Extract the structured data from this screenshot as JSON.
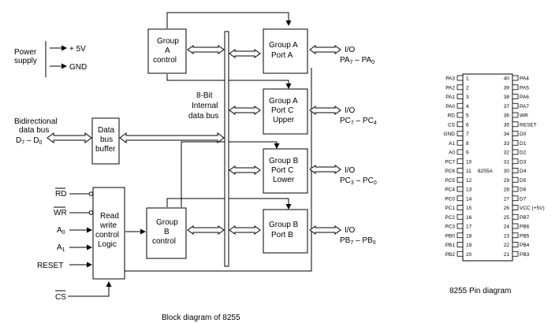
{
  "power": {
    "label_line1": "Power",
    "label_line2": "supply",
    "v5": "+ 5V",
    "gnd": "GND"
  },
  "bidir": {
    "line1": "Bidirectional",
    "line2": "data bus",
    "line3": "D7 – D0"
  },
  "buffer": {
    "line1": "Data",
    "line2": "bus",
    "line3": "buffer"
  },
  "rw": {
    "line1": "Read",
    "line2": "write",
    "line3": "control",
    "line4": "Logic"
  },
  "signals": {
    "rd": "RD",
    "wr": "WR",
    "a0": "A0",
    "a1": "A1",
    "reset": "RESET",
    "cs": "CS"
  },
  "group_a_control": {
    "line1": "Group",
    "line2": "A",
    "line3": "control"
  },
  "group_b_control": {
    "line1": "Group",
    "line2": "B",
    "line3": "control"
  },
  "internal_bus": {
    "line1": "8-Bit",
    "line2": "Internal",
    "line3": "data bus"
  },
  "port_a": {
    "line1": "Group A",
    "line2": "Port A"
  },
  "port_c_upper": {
    "line1": "Group A",
    "line2": "Port C",
    "line3": "Upper"
  },
  "port_c_lower": {
    "line1": "Group B",
    "line2": "Port C",
    "line3": "Lower"
  },
  "port_b": {
    "line1": "Group B",
    "line2": "Port B"
  },
  "io": [
    {
      "label": "I/O",
      "pins": "PA7 – PA0"
    },
    {
      "label": "I/O",
      "pins": "PC7 – PC4"
    },
    {
      "label": "I/O",
      "pins": "PC3 – PC0"
    },
    {
      "label": "I/O",
      "pins": "PB7 – PB0"
    }
  ],
  "block_caption": "Block diagram of 8255",
  "pin_caption": "8255 Pin diagram",
  "chip_label": "8255A",
  "pins_left": [
    "PA3",
    "PA2",
    "PA1",
    "PA0",
    "RD",
    "CS",
    "GND",
    "A1",
    "A0",
    "PC7",
    "PC6",
    "PC5",
    "PC4",
    "PC0",
    "PC1",
    "PC2",
    "PC3",
    "PB0",
    "PB1",
    "PB2"
  ],
  "pins_right": [
    "PA4",
    "PA5",
    "PA6",
    "PA7",
    "WR",
    "RESET",
    "D0",
    "D1",
    "D2",
    "D3",
    "D4",
    "D5",
    "D6",
    "D7",
    "VCC (+5V)",
    "PB7",
    "PB6",
    "PB5",
    "PB4",
    "PB3"
  ]
}
